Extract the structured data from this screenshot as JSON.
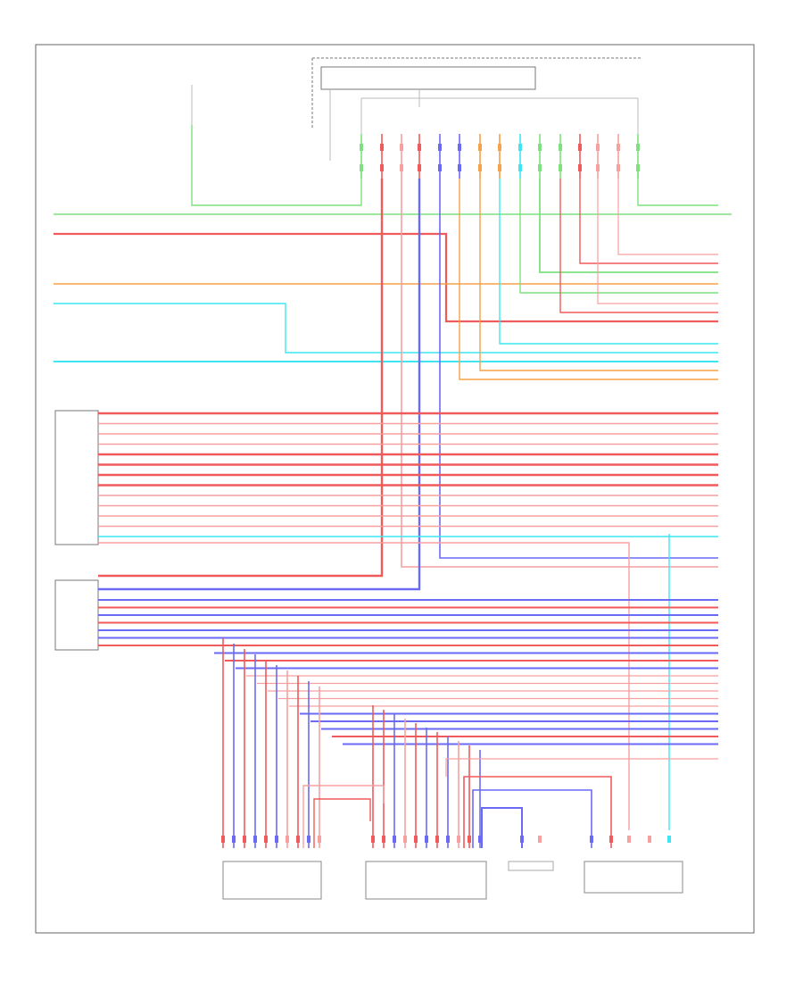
{
  "figure_id": "",
  "colors": {
    "red": "#f05a5a",
    "pink": "#f7a0a0",
    "blue": "#6a6af5",
    "green": "#7ee07e",
    "cyan": "#3fe6f2",
    "orange": "#f6a24a",
    "frame": "#666666",
    "line_gray": "#bbbbbb"
  },
  "wiring": {
    "top_risers": [
      "green",
      "red",
      "pink",
      "red",
      "blue",
      "blue",
      "orange",
      "orange",
      "cyan",
      "green",
      "green",
      "red",
      "pink",
      "pink",
      "green"
    ],
    "top_bus": [
      "green",
      "red",
      "orange",
      "cyan",
      "cyan"
    ],
    "middle_bus": [
      "red",
      "pink",
      "pink",
      "pink",
      "red",
      "red",
      "red",
      "red",
      "pink",
      "pink",
      "pink",
      "pink",
      "cyan"
    ],
    "lower_bus": [
      "blue",
      "red",
      "blue",
      "red",
      "blue",
      "blue",
      "red",
      "blue",
      "red",
      "blue",
      "pink",
      "pink",
      "pink",
      "pink",
      "pink",
      "blue",
      "blue",
      "blue",
      "red",
      "blue"
    ]
  }
}
